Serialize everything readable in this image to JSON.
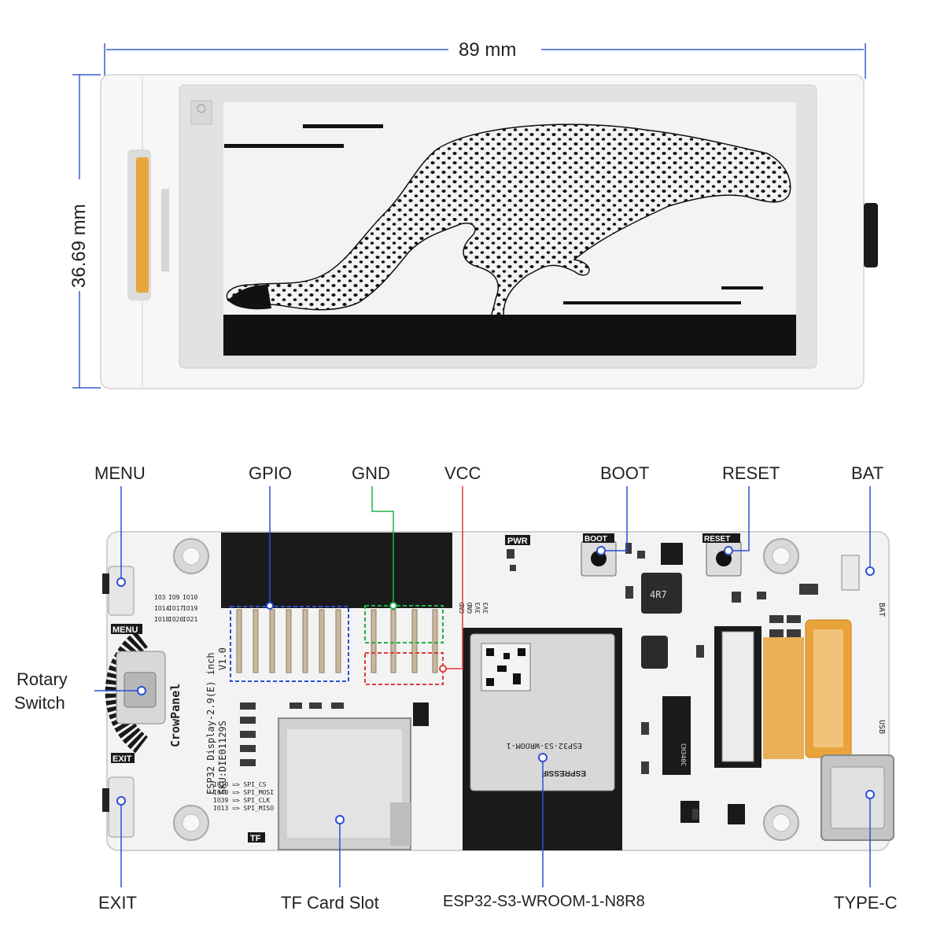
{
  "dimensions": {
    "width": "89 mm",
    "height": "36.69 mm"
  },
  "callouts": {
    "menu": "MENU",
    "gpio": "GPIO",
    "gnd": "GND",
    "vcc": "VCC",
    "boot": "BOOT",
    "reset": "RESET",
    "bat": "BAT",
    "rotary_line1": "Rotary",
    "rotary_line2": "Switch",
    "exit": "EXIT",
    "tf_slot": "TF Card Slot",
    "module": "ESP32-S3-WROOM-1-N8R8",
    "typec": "TYPE-C"
  },
  "silkscreen": {
    "brand": "CrowPanel",
    "product": "ESP32 Display-2.9(E) inch",
    "sku": "SKU:DIE01129S",
    "version": "V1.0",
    "menu_tag": "MENU",
    "exit_tag": "EXIT",
    "tf_tag": "TF",
    "pwr_tag": "PWR",
    "boot_tag": "BOOT",
    "reset_tag": "RESET",
    "bat_tag": "BAT",
    "usb_tag": "USB",
    "inductor": "4R7",
    "chip_mark": "CH340C",
    "espressif": "ESPRESSIF",
    "module_mark": "ESP32-S3-WROOM-1",
    "spi_lines": [
      "IO10 => SPI_CS",
      "IO40 => SPI_MOSI",
      "IO39 => SPI_CLK",
      "IO13 => SPI_MISO"
    ],
    "pin_header": [
      "IO3",
      "IO9",
      "IO10",
      "IO14",
      "IO17",
      "IO19",
      "IO18",
      "IO20",
      "IO21"
    ],
    "power_pins": [
      "GND",
      "GND",
      "3V3",
      "3V3"
    ]
  },
  "colors": {
    "dimension_line": "#3a5fcd",
    "gpio_box": "#2b4fd6",
    "gnd_box": "#22b14c",
    "vcc_box": "#e23b3b",
    "board": "#f2f2f2",
    "header": "#1a1a1a",
    "flex_cable": "#e8a33a"
  },
  "icons": [
    "callout-target-dot"
  ]
}
